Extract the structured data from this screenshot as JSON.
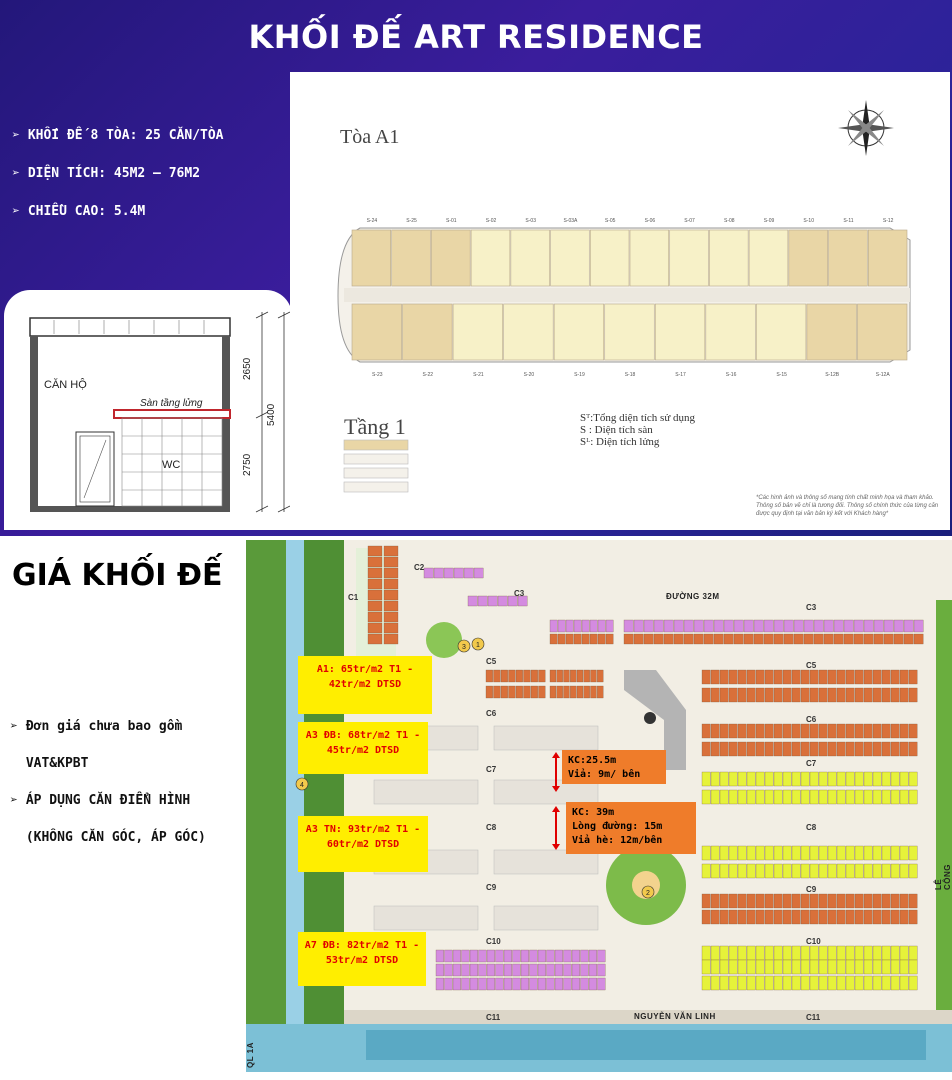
{
  "header": {
    "title": "KHỐI ĐẾ ART RESIDENCE"
  },
  "top_bullets": [
    "KHỐI ĐẾ 8 TÒA: 25 CĂN/TÒA",
    "DIỆN TÍCH: 45M2 – 76M2",
    "CHIỀU CAO: 5.4M"
  ],
  "section": {
    "apartment_label": "CĂN HỘ",
    "mezzanine_label": "Sàn tầng lửng",
    "wc_label": "WC",
    "dim_upper": "2650",
    "dim_lower": "2750",
    "dim_total": "5400"
  },
  "floor_plan": {
    "building_title": "Tòa A1",
    "floor_title": "Tầng 1",
    "legend": [
      "Sᵀ:Tổng diện tích sử dụng",
      "S : Diện tích sàn",
      "Sᴸ: Diện tích lửng"
    ],
    "note": "*Các hình ảnh và thông số mang tính chất minh họa và tham khảo. Thông số bản vẽ chỉ là tương đối. Thông số chính thức của từng căn được quy định tại văn bản ký kết với Khách hàng*",
    "top_units": [
      "S-24",
      "S-25",
      "S-01",
      "S-02",
      "S-03",
      "S-03A",
      "S-05",
      "S-06",
      "S-07",
      "S-08",
      "S-09",
      "S-10",
      "S-11",
      "S-12"
    ],
    "bottom_units": [
      "S-23",
      "S-22",
      "S-21",
      "S-20",
      "S-19",
      "S-18",
      "S-17",
      "S-16",
      "S-15",
      "S-12B",
      "S-12A"
    ]
  },
  "pricing": {
    "title": "GIÁ KHỐI ĐẾ",
    "bullets": [
      "Đơn giá chưa bao gồm VAT&KPBT",
      "ÁP DỤNG CĂN ĐIỂN HÌNH (KHÔNG CĂN GÓC, ÁP GÓC)"
    ],
    "price_boxes": [
      "A1: 65tr/m2 T1 - 42tr/m2 DTSD",
      "A3 ĐB: 68tr/m2 T1 - 45tr/m2 DTSD",
      "A3 TN: 93tr/m2 T1 - 60tr/m2 DTSD",
      "A7 ĐB: 82tr/m2 T1 - 53tr/m2 DTSD"
    ],
    "distance_boxes": [
      [
        "KC:25.5m",
        "Vỉa: 9m/ bên"
      ],
      [
        "KC: 39m",
        "Lòng đường: 15m",
        "Vỉa hè: 12m/bên"
      ]
    ]
  },
  "map": {
    "road_labels": [
      "ĐƯỜNG 32M",
      "NGUYỄN VĂN LINH",
      "LÊ CÔNG THANH",
      "QL 1A"
    ],
    "block_labels": [
      "C1",
      "C2",
      "C3",
      "C5",
      "C6",
      "C7",
      "C8",
      "C9",
      "C10",
      "C11"
    ],
    "markers": [
      "1",
      "2",
      "3",
      "4"
    ]
  },
  "colors": {
    "banner": "#2c1d96",
    "price_box": "#ffee00",
    "price_text": "#e00000",
    "distance_box": "#ef7c2a",
    "unit_tan": "#e9d6a6",
    "unit_yellow": "#f7f1c8",
    "row_orange": "#d9703a",
    "row_purple": "#d48be0",
    "row_yellow": "#e6f23a",
    "row_grey": "#e6e2da"
  }
}
